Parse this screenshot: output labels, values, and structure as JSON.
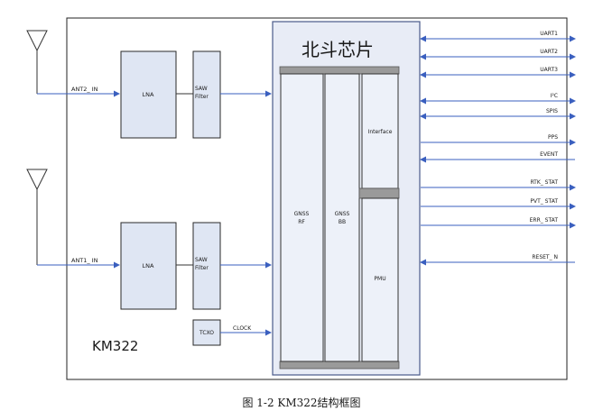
{
  "diagram": {
    "chip_title": "北斗芯片",
    "model": "KM322",
    "caption": "图  1-2 KM322结构框图",
    "lna_top": "LNA",
    "lna_bottom": "LNA",
    "saw_top": [
      "SAW",
      "Filter"
    ],
    "saw_bottom": [
      "SAW",
      "Filter"
    ],
    "tcxo": "TCXO",
    "clock": "CLOCK",
    "ant2": "ANT2_ IN",
    "ant1": "ANT1_ IN",
    "gnss_rf": [
      "GNSS",
      "RF"
    ],
    "gnss_bb": [
      "GNSS",
      "BB"
    ],
    "interface": "Interface",
    "pmu": "PMU",
    "signals": [
      {
        "label": "UART1",
        "dir": "both"
      },
      {
        "label": "UART2",
        "dir": "both"
      },
      {
        "label": "UART3",
        "dir": "both"
      },
      {
        "label": "I²C",
        "dir": "both"
      },
      {
        "label": "SPIS",
        "dir": "both"
      },
      {
        "label": "PPS",
        "dir": "out"
      },
      {
        "label": "EVENT",
        "dir": "in"
      },
      {
        "label": "RTK_ STAT",
        "dir": "out"
      },
      {
        "label": "PVT_ STAT",
        "dir": "out"
      },
      {
        "label": "ERR_ STAT",
        "dir": "out"
      },
      {
        "label": "RESET_ N",
        "dir": "in"
      }
    ]
  }
}
